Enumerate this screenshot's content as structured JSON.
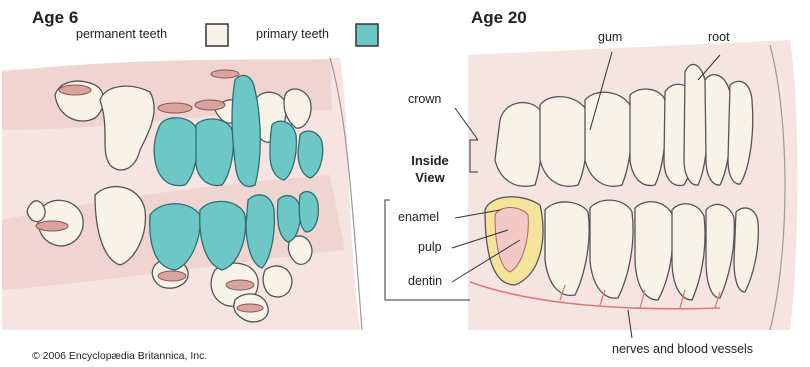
{
  "left_panel": {
    "title": "Age 6",
    "legend": [
      {
        "label": "permanent teeth",
        "color": "#f7f3e6"
      },
      {
        "label": "primary teeth",
        "color": "#6cc7c6"
      }
    ]
  },
  "right_panel": {
    "title": "Age 20",
    "labels": {
      "gum": "gum",
      "root": "root",
      "crown": "crown",
      "inside_view_line1": "Inside",
      "inside_view_line2": "View",
      "enamel": "enamel",
      "pulp": "pulp",
      "dentin": "dentin",
      "nerves": "nerves and blood vessels"
    }
  },
  "footer": {
    "copyright": "© 2006 Encyclopædia Britannica, Inc."
  },
  "colors": {
    "gum": "#f1dcd9",
    "gum_edge": "#c99",
    "tooth_permanent": "#f7f3e6",
    "tooth_primary": "#6cc7c6",
    "tooth_outline": "#555",
    "pulp": "#f3c9c6",
    "dentin": "#f4e39a",
    "nerve": "#d77"
  }
}
